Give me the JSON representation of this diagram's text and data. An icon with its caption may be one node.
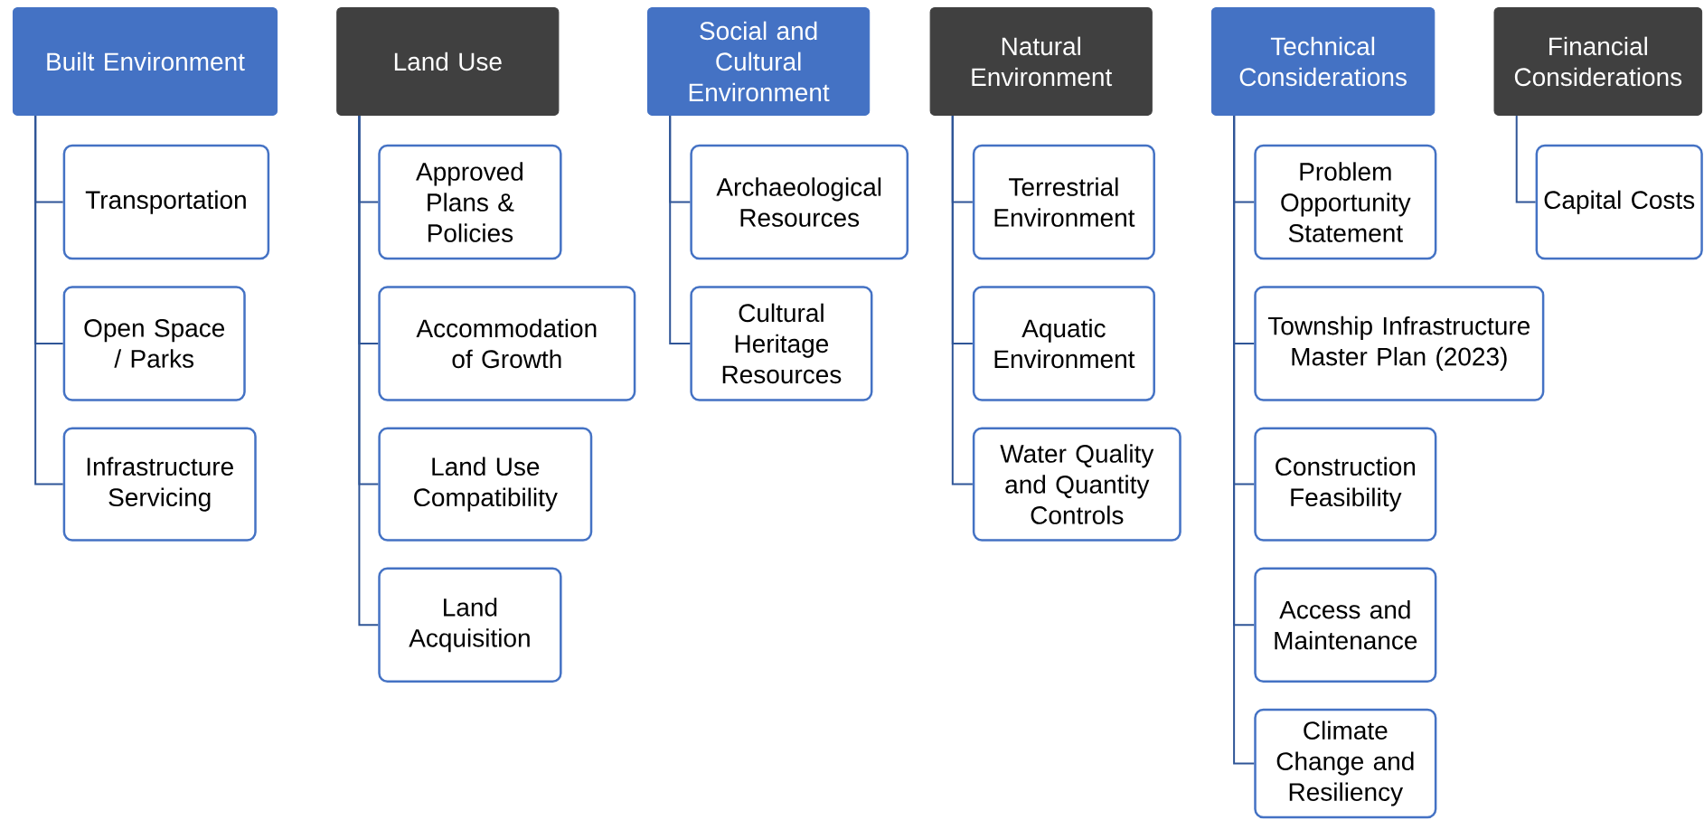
{
  "diagram": {
    "nodes": [
      {
        "text": [
          "Built Environment"
        ]
      },
      {
        "text": [
          "Transportation"
        ]
      },
      {
        "text": [
          "Open Space / Parks"
        ]
      },
      {
        "text": [
          "Infrastructure Servicing"
        ]
      },
      {
        "text": [
          "Land Use"
        ]
      },
      {
        "text": [
          "Approved Plans & Policies"
        ]
      },
      {
        "text": [
          "Accommodation of Growth"
        ]
      },
      {
        "text": [
          "Land Use Compatibility"
        ]
      },
      {
        "text": [
          "Land Acquisition"
        ]
      },
      {
        "text": [
          "Social and Cultural Environment"
        ]
      },
      {
        "text": [
          "Archaeological Resources"
        ]
      },
      {
        "text": [
          "Cultural Heritage Resources"
        ]
      },
      {
        "text": [
          "Natural Environment"
        ]
      },
      {
        "text": [
          "Terrestrial Environment"
        ]
      },
      {
        "text": [
          "Aquatic Environment"
        ]
      },
      {
        "text": [
          "Water Quality and Quantity Controls"
        ]
      },
      {
        "text": [
          "Technical Considerations"
        ]
      },
      {
        "text": [
          "Problem Opportunity Statement"
        ]
      },
      {
        "text": [
          "Township Infrastructure Master Plan (2023)"
        ]
      },
      {
        "text": [
          "Construction Feasibility"
        ]
      },
      {
        "text": [
          "Access and Maintenance"
        ]
      },
      {
        "text": [
          "Climate Change and Resiliency"
        ]
      },
      {
        "text": [
          "Financial Considerations"
        ]
      },
      {
        "text": [
          "Capital Costs"
        ]
      }
    ],
    "edges": [
      {
        "from": 0,
        "to": 1,
        "arrow": "none"
      },
      {
        "from": 0,
        "to": 2,
        "arrow": "none"
      },
      {
        "from": 0,
        "to": 3,
        "arrow": "none"
      },
      {
        "from": 4,
        "to": 5,
        "arrow": "none"
      },
      {
        "from": 4,
        "to": 6,
        "arrow": "none"
      },
      {
        "from": 4,
        "to": 7,
        "arrow": "none"
      },
      {
        "from": 4,
        "to": 8,
        "arrow": "none"
      },
      {
        "from": 9,
        "to": 10,
        "arrow": "none"
      },
      {
        "from": 9,
        "to": 11,
        "arrow": "none"
      },
      {
        "from": 12,
        "to": 13,
        "arrow": "none"
      },
      {
        "from": 12,
        "to": 14,
        "arrow": "none"
      },
      {
        "from": 12,
        "to": 15,
        "arrow": "none"
      },
      {
        "from": 16,
        "to": 17,
        "arrow": "none"
      },
      {
        "from": 16,
        "to": 18,
        "arrow": "none"
      },
      {
        "from": 16,
        "to": 19,
        "arrow": "none"
      },
      {
        "from": 16,
        "to": 20,
        "arrow": "none"
      },
      {
        "from": 16,
        "to": 21,
        "arrow": "none"
      },
      {
        "from": 22,
        "to": 23,
        "arrow": "none"
      }
    ]
  }
}
